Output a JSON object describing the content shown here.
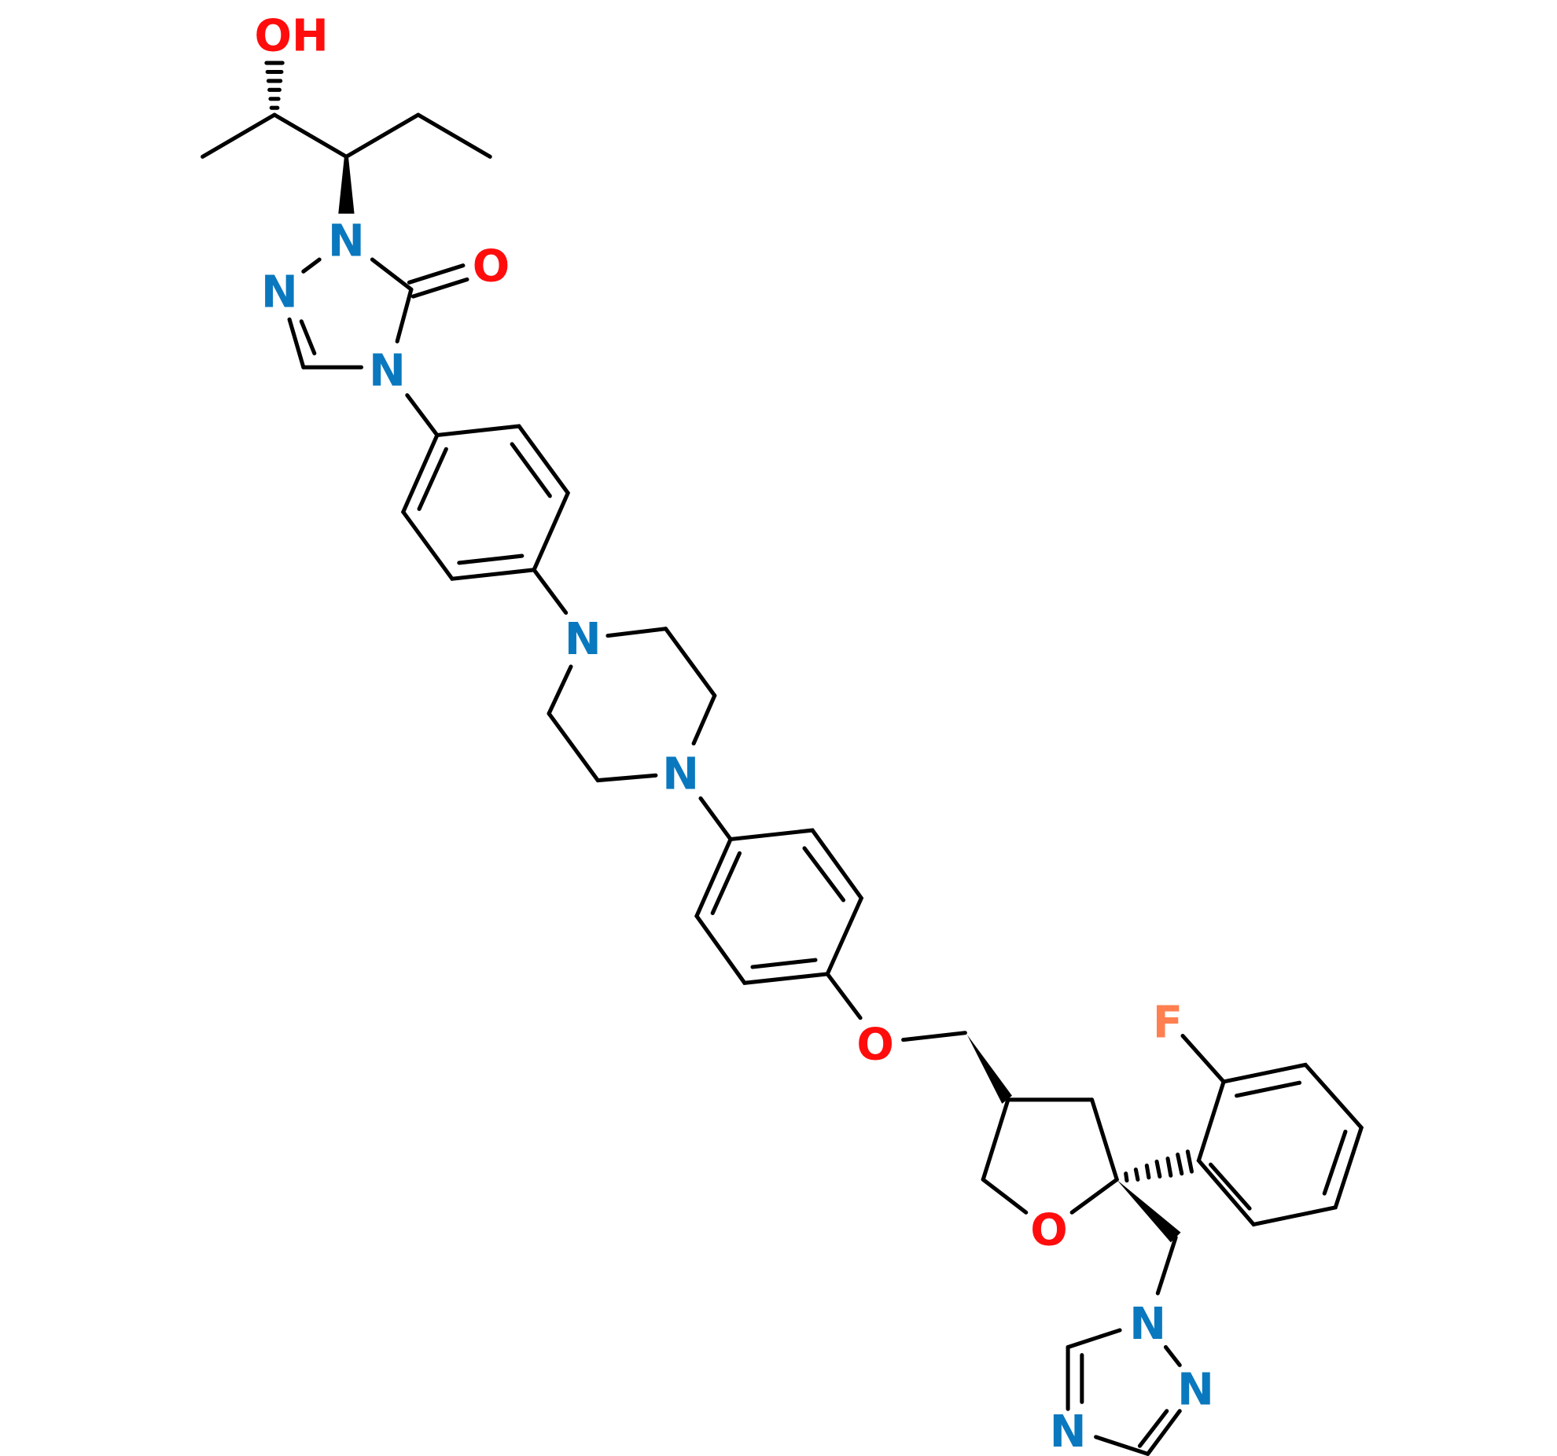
{
  "title": "Chemical structure",
  "colors": {
    "bond": "#000000",
    "nitrogen": "#0a78be",
    "oxygen": "#ff0d0d",
    "fluorine": "#ff7f50"
  },
  "atoms": {
    "hydroxyl": "OH",
    "triazolone_n1": "N",
    "triazolone_n2": "N",
    "triazolone_n4": "N",
    "carbonyl_o": "O",
    "piperazine_n1": "N",
    "piperazine_n4": "N",
    "ether_o": "O",
    "thf_o": "O",
    "fluorine": "F",
    "triazole_n1": "N",
    "triazole_n2": "N",
    "triazole_n4": "N"
  }
}
